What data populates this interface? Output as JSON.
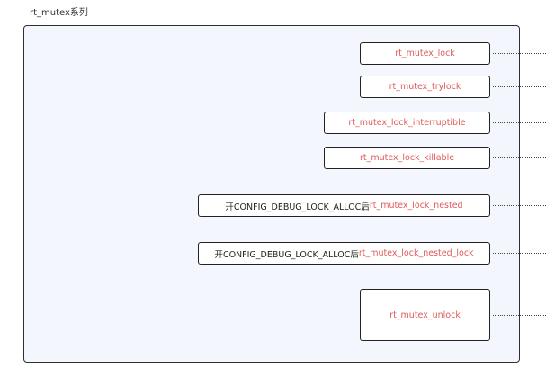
{
  "title": "rt_mutex系列",
  "nodes": [
    {
      "label": "rt_mutex_lock"
    },
    {
      "label": "rt_mutex_trylock"
    },
    {
      "label": "rt_mutex_lock_interruptible"
    },
    {
      "label": "rt_mutex_lock_killable"
    },
    {
      "prefix": "开CONFIG_DEBUG_LOCK_ALLOC后",
      "label": "rt_mutex_lock_nested"
    },
    {
      "prefix": "开CONFIG_DEBUG_LOCK_ALLOC后",
      "label": "rt_mutex_lock_nested_lock"
    },
    {
      "label": "rt_mutex_unlock"
    }
  ],
  "colors": {
    "function_text": "#e05a5a",
    "plain_text": "#222222",
    "group_fill": "#f4f6fd",
    "border": "#222222"
  }
}
